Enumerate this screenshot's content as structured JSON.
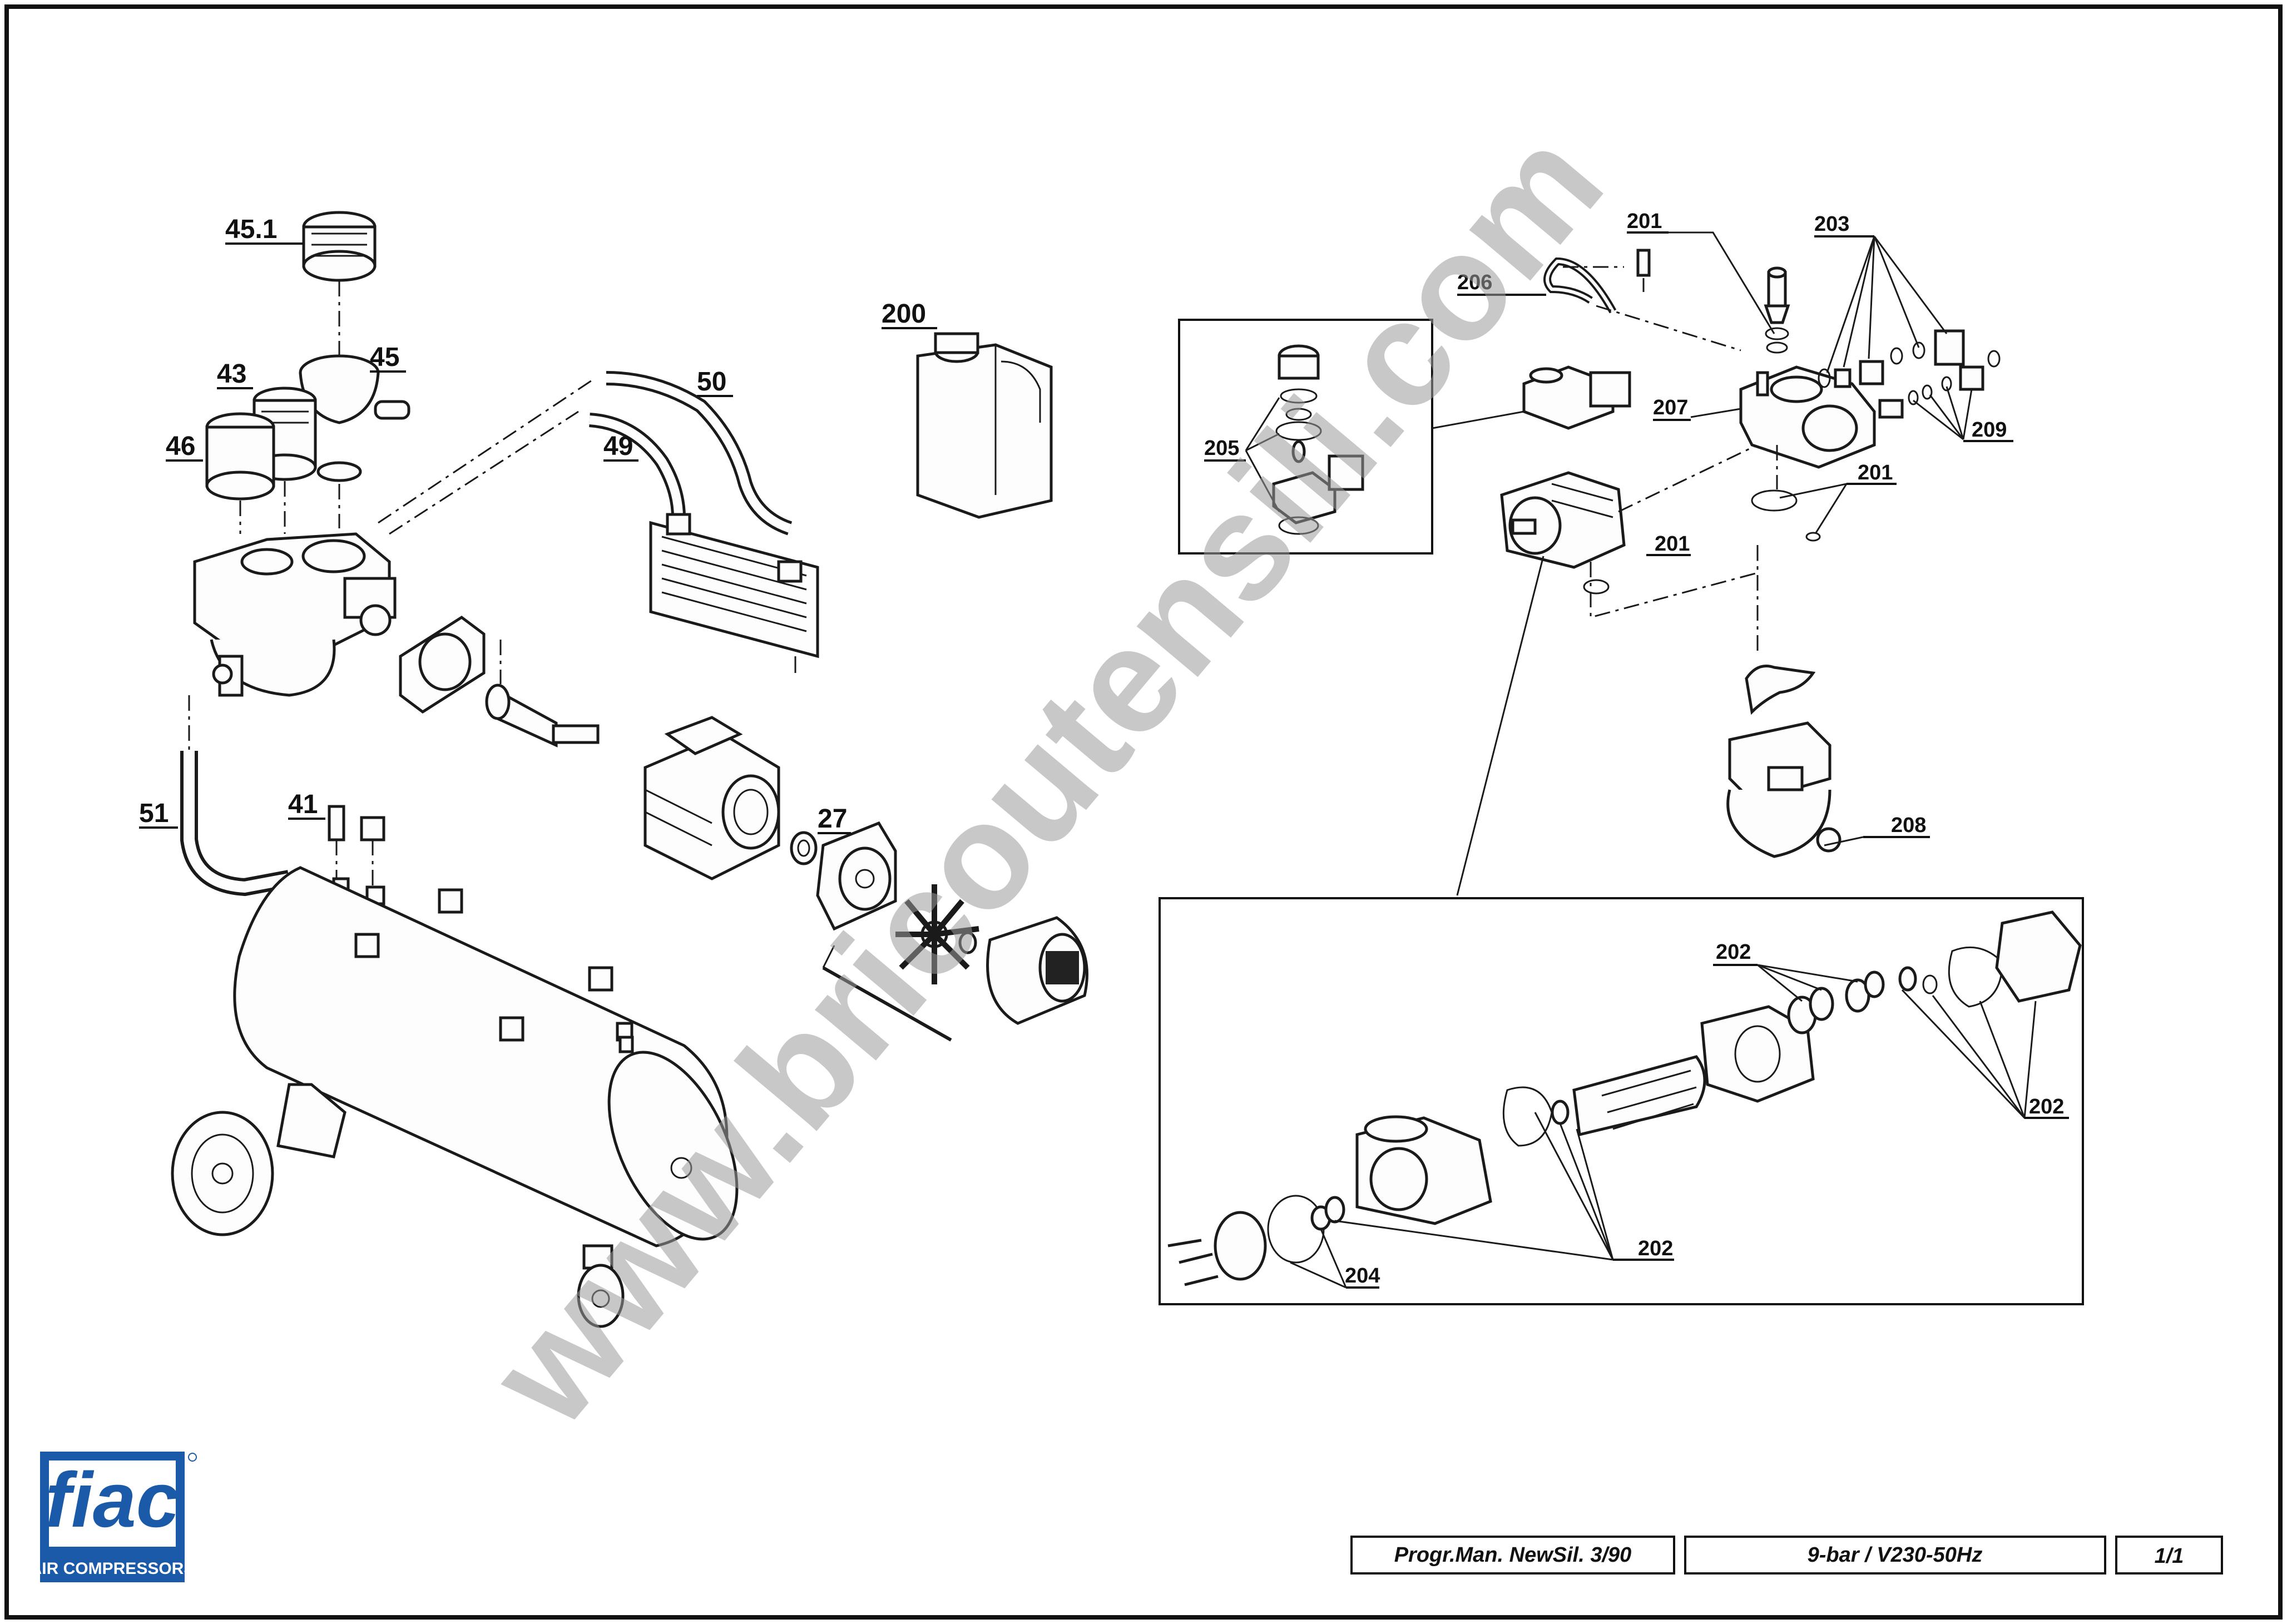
{
  "watermark": "www.bricoutensili.com",
  "logo": {
    "brand": "fiac",
    "tagline": "AIR COMPRESSORS",
    "brand_color": "#1a5aa8"
  },
  "labels": {
    "p45_1": "45.1",
    "p45": "45",
    "p43": "43",
    "p46": "46",
    "p50": "50",
    "p49": "49",
    "p200": "200",
    "p51": "51",
    "p41": "41",
    "p27": "27",
    "p201_top": "201",
    "p203": "203",
    "p206": "206",
    "p205": "205",
    "p207": "207",
    "p209": "209",
    "p201_right": "201",
    "p201_mid": "201",
    "p208": "208",
    "p202_top": "202",
    "p202_right": "202",
    "p202_bottom": "202",
    "p204": "204"
  },
  "title_block": {
    "program": "Progr.Man. NewSil. 3/90",
    "spec": "9-bar / V230-50Hz",
    "sheet": "1/1"
  }
}
